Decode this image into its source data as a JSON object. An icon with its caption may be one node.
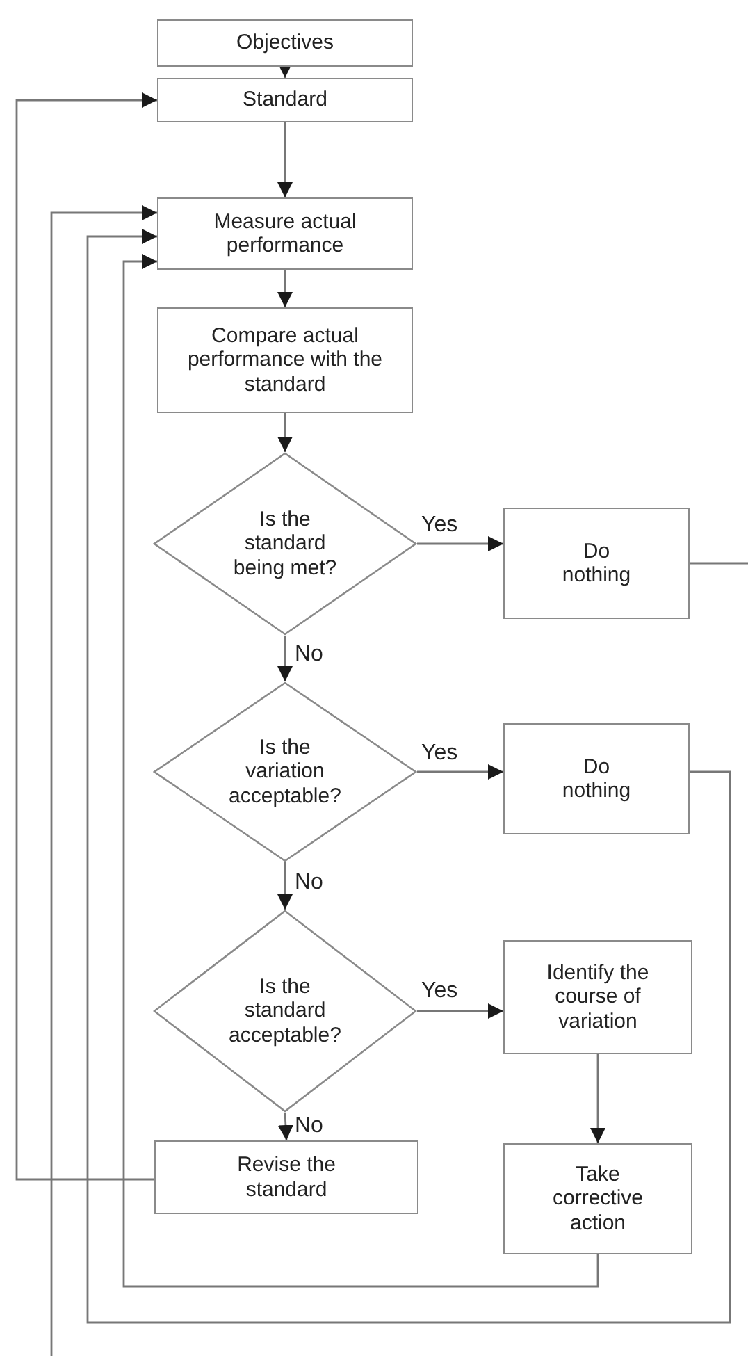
{
  "diagram": {
    "nodes": [
      {
        "text": [
          "Objectives"
        ]
      },
      {
        "text": [
          "Standard"
        ]
      },
      {
        "text": [
          "Measure actual performance"
        ]
      },
      {
        "text": [
          "Compare actual performance with the standard"
        ]
      },
      {
        "text": [
          "Is the standard being met?"
        ]
      },
      {
        "text": [
          "Do nothing"
        ]
      },
      {
        "text": [
          "Is the variation acceptable?"
        ]
      },
      {
        "text": [
          "Do nothing"
        ]
      },
      {
        "text": [
          "Is the standard acceptable?"
        ]
      },
      {
        "text": [
          "Identify the course of variation"
        ]
      },
      {
        "text": [
          "Revise the standard"
        ]
      },
      {
        "text": [
          "Take corrective action"
        ]
      }
    ],
    "edges": [
      {
        "from": 0,
        "to": 1,
        "arrow": "to"
      },
      {
        "from": 1,
        "to": 2,
        "arrow": "to"
      },
      {
        "from": 2,
        "to": 3,
        "arrow": "to"
      },
      {
        "from": 3,
        "to": 4,
        "arrow": "to"
      },
      {
        "from": 4,
        "to": 5,
        "arrow": "to",
        "label": "Yes"
      },
      {
        "from": 4,
        "to": 6,
        "arrow": "to",
        "label": "No"
      },
      {
        "from": 6,
        "to": 7,
        "arrow": "to",
        "label": "Yes"
      },
      {
        "from": 6,
        "to": 8,
        "arrow": "to",
        "label": "No"
      },
      {
        "from": 8,
        "to": 9,
        "arrow": "to",
        "label": "Yes"
      },
      {
        "from": 8,
        "to": 10,
        "arrow": "to",
        "label": "No"
      },
      {
        "from": 9,
        "to": 11,
        "arrow": "to"
      },
      {
        "from": 10,
        "to": 1,
        "arrow": "to"
      },
      {
        "from": 11,
        "to": 2,
        "arrow": "to"
      },
      {
        "from": 7,
        "to": 2,
        "arrow": "to"
      },
      {
        "from": 5,
        "to": null,
        "arrow": "none"
      },
      {
        "from": null,
        "to": 2,
        "arrow": "to"
      }
    ]
  }
}
